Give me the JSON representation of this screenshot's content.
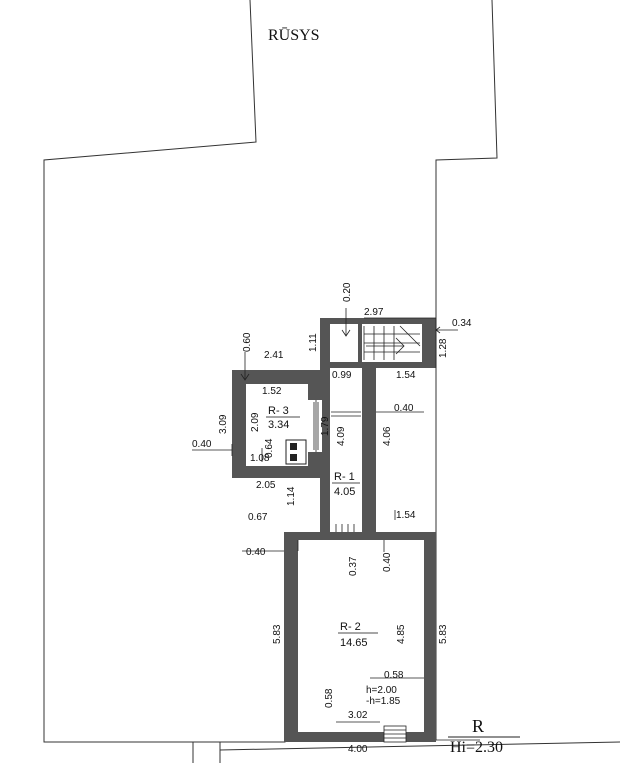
{
  "title": "RŪSYS",
  "level": {
    "letter": "R",
    "height": "Hi=2.30"
  },
  "rooms": [
    {
      "id": "R- 1",
      "area": "4.05"
    },
    {
      "id": "R- 2",
      "area": "14.65"
    },
    {
      "id": "R- 3",
      "area": "3.34"
    }
  ],
  "heights": {
    "h": "h=2.00",
    "neg_h": "-h=1.85"
  },
  "dims": {
    "d020": "0.20",
    "d297": "2.97",
    "d034": "0.34",
    "d111": "1.11",
    "d128": "1.28",
    "d060": "0.60",
    "d241": "2.41",
    "d099": "0.99",
    "d154a": "1.54",
    "d152": "1.52",
    "d309": "3.09",
    "d209": "2.09",
    "d179": "1.79",
    "d040a": "0.40",
    "d409": "4.09",
    "d406": "4.06",
    "d040b": "0.40",
    "d064": "0.64",
    "d108": "1.08",
    "d205": "2.05",
    "d114": "1.14",
    "d067": "0.67",
    "d154b": "1.54",
    "d040c": "0.40",
    "d037": "0.37",
    "d040d": "0.40",
    "d583a": "5.83",
    "d485": "4.85",
    "d583b": "5.83",
    "d058a": "0.58",
    "d058b": "0.58",
    "d302": "3.02",
    "d400": "4.00"
  }
}
